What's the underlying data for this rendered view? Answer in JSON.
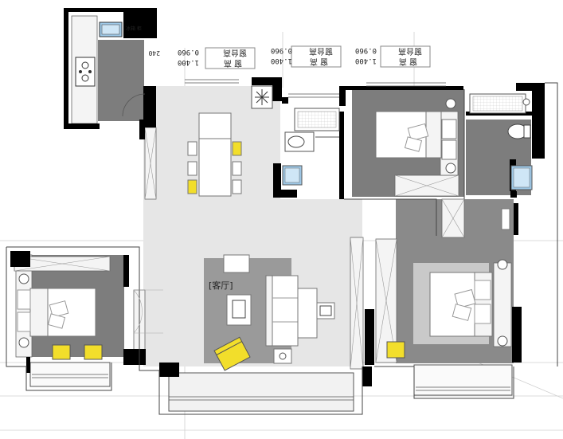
{
  "rooms": {
    "living_label": "[客厅]"
  },
  "window_notes": [
    {
      "line1": "窗  高",
      "line2": "窗台高",
      "v1": "1.400",
      "v2": "0.960"
    },
    {
      "line1": "窗  高",
      "line2": "窗台高",
      "v1": "1.400",
      "v2": "0.960"
    },
    {
      "line1": "窗  高",
      "line2": "窗台高",
      "v1": "1.400",
      "v2": "0.960"
    }
  ],
  "kitchen_note": "冰箱 柜",
  "dimension_note": "240",
  "colors": {
    "wall": "#000000",
    "floor_light": "#e6e6e6",
    "floor_mid": "#bdbdbd",
    "floor_dark": "#808080",
    "accent_furniture": "#f2de2b",
    "fixture_blue": "#9ec9e8"
  },
  "icons": {
    "fan": "ceiling-fan-icon",
    "stove": "stove-icon",
    "toilet": "toilet-icon",
    "sink": "sink-icon"
  }
}
